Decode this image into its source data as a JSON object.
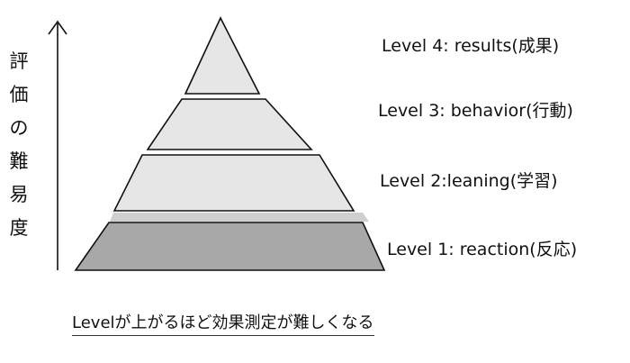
{
  "axis": {
    "label_chars": [
      "評",
      "価",
      "の",
      "難",
      "易",
      "度"
    ]
  },
  "levels": [
    {
      "id": "level-4",
      "label": "Level 4: results(成果)",
      "fill": "#e6e6e6"
    },
    {
      "id": "level-3",
      "label": "Level 3: behavior(行動)",
      "fill": "#e6e6e6"
    },
    {
      "id": "level-2",
      "label": "Level 2:leaning(学習)",
      "fill": "#e6e6e6"
    },
    {
      "id": "level-1",
      "label": "Level 1: reaction(反応)",
      "fill": "#a8a8a8"
    }
  ],
  "caption": "Levelが上がるほど効果測定が難しくなる",
  "colors": {
    "stroke": "#111111",
    "shadow": "#cfcfcf"
  }
}
